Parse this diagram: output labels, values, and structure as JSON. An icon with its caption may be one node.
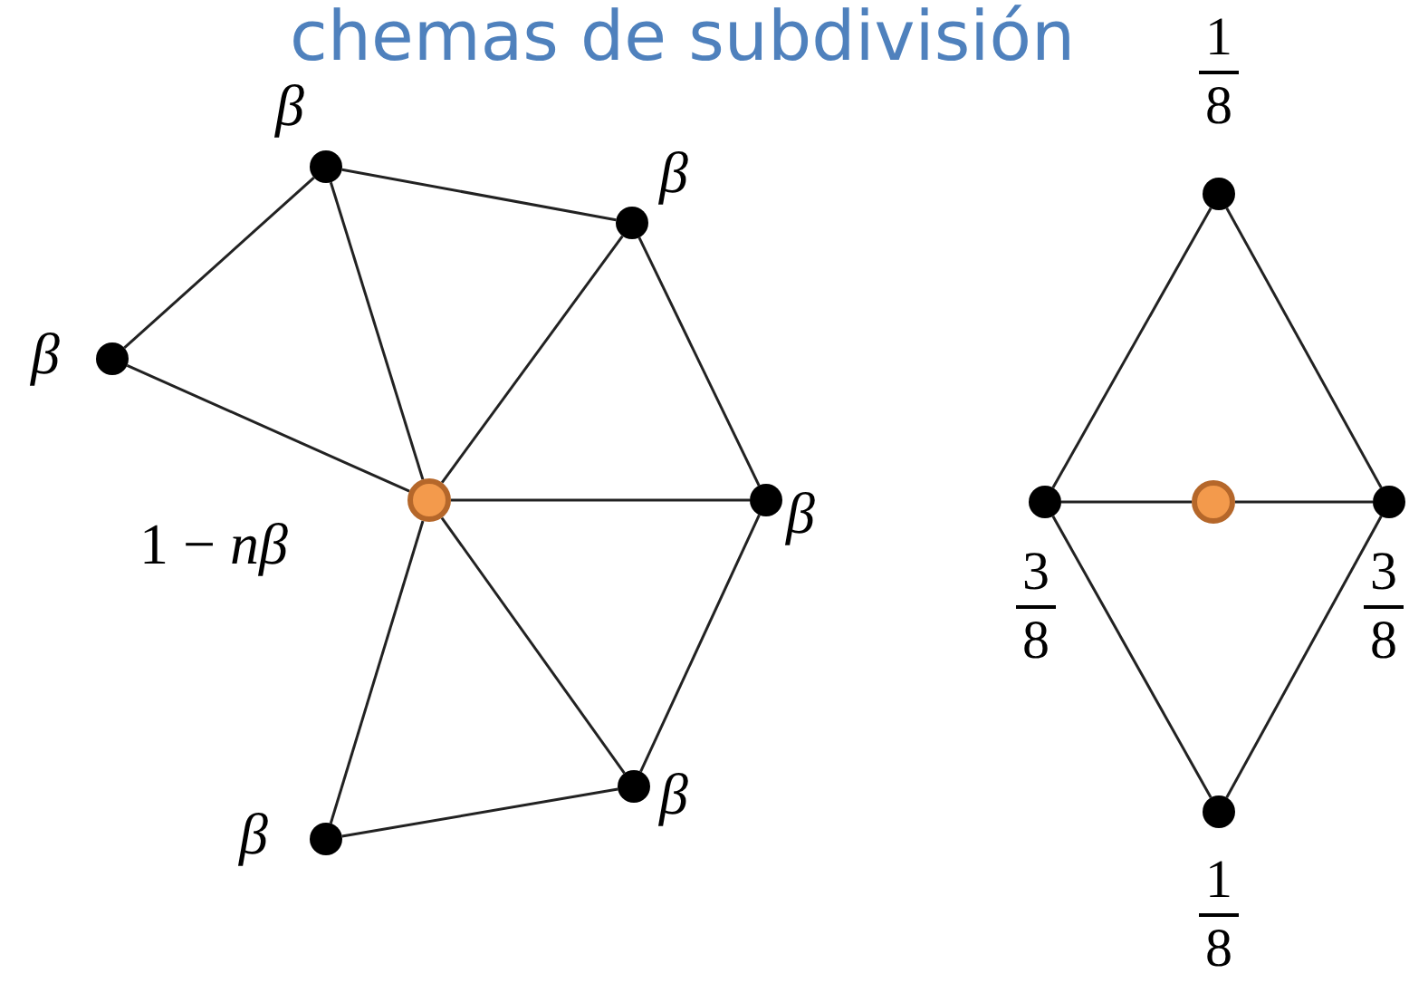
{
  "diagram": {
    "title": "chemas de subdivisión",
    "nodes": [
      {
        "text": [],
        "shape": "circle",
        "beside": [
          "1 − *nβ*"
        ]
      },
      {
        "text": [],
        "shape": "circle",
        "beside": [
          "β"
        ]
      },
      {
        "text": [],
        "shape": "circle",
        "beside": [
          "β"
        ]
      },
      {
        "text": [],
        "shape": "circle",
        "beside": [
          "β"
        ]
      },
      {
        "text": [],
        "shape": "circle",
        "beside": [
          "β"
        ]
      },
      {
        "text": [],
        "shape": "circle",
        "beside": [
          "β"
        ]
      },
      {
        "text": [],
        "shape": "circle",
        "beside": [
          "β"
        ]
      },
      {
        "text": [],
        "shape": "circle",
        "beside": [
          "1",
          "8"
        ]
      },
      {
        "text": [],
        "shape": "circle",
        "beside": [
          "3",
          "8"
        ]
      },
      {
        "text": [],
        "shape": "circle"
      },
      {
        "text": [],
        "shape": "circle",
        "beside": [
          "3",
          "8"
        ]
      },
      {
        "text": [],
        "shape": "circle",
        "beside": [
          "1",
          "8"
        ]
      }
    ],
    "edges": [
      {
        "from": 0,
        "to": 1,
        "arrow": "none"
      },
      {
        "from": 0,
        "to": 2,
        "arrow": "none"
      },
      {
        "from": 0,
        "to": 3,
        "arrow": "none"
      },
      {
        "from": 0,
        "to": 4,
        "arrow": "none"
      },
      {
        "from": 0,
        "to": 5,
        "arrow": "none"
      },
      {
        "from": 0,
        "to": 6,
        "arrow": "none"
      },
      {
        "from": 3,
        "to": 1,
        "arrow": "none"
      },
      {
        "from": 1,
        "to": 2,
        "arrow": "none"
      },
      {
        "from": 2,
        "to": 4,
        "arrow": "none"
      },
      {
        "from": 4,
        "to": 5,
        "arrow": "none"
      },
      {
        "from": 5,
        "to": 6,
        "arrow": "none"
      },
      {
        "from": 7,
        "to": 8,
        "arrow": "none"
      },
      {
        "from": 7,
        "to": 10,
        "arrow": "none"
      },
      {
        "from": 8,
        "to": 9,
        "arrow": "none"
      },
      {
        "from": 9,
        "to": 10,
        "arrow": "none"
      },
      {
        "from": 8,
        "to": 11,
        "arrow": "none"
      },
      {
        "from": 10,
        "to": 11,
        "arrow": "none"
      }
    ]
  }
}
